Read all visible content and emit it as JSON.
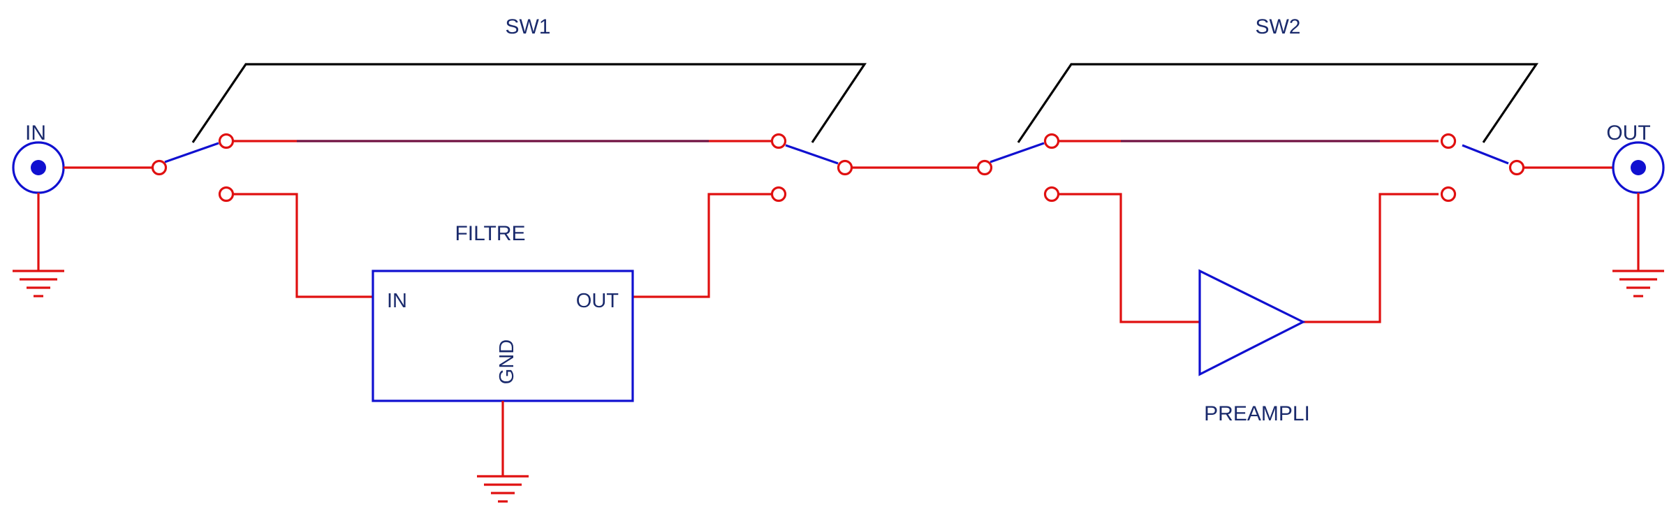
{
  "switches": {
    "sw1": "SW1",
    "sw2": "SW2"
  },
  "connectors": {
    "input": "IN",
    "output": "OUT"
  },
  "filter": {
    "name": "FILTRE",
    "pin_in": "IN",
    "pin_out": "OUT",
    "pin_gnd": "GND"
  },
  "preamp": {
    "name": "PREAMPLI"
  },
  "colors": {
    "wire": "#e01010",
    "wire_bus": "#701040",
    "component": "#1010d0",
    "mechanical_link": "#000000",
    "text": "#1a2a6c"
  }
}
